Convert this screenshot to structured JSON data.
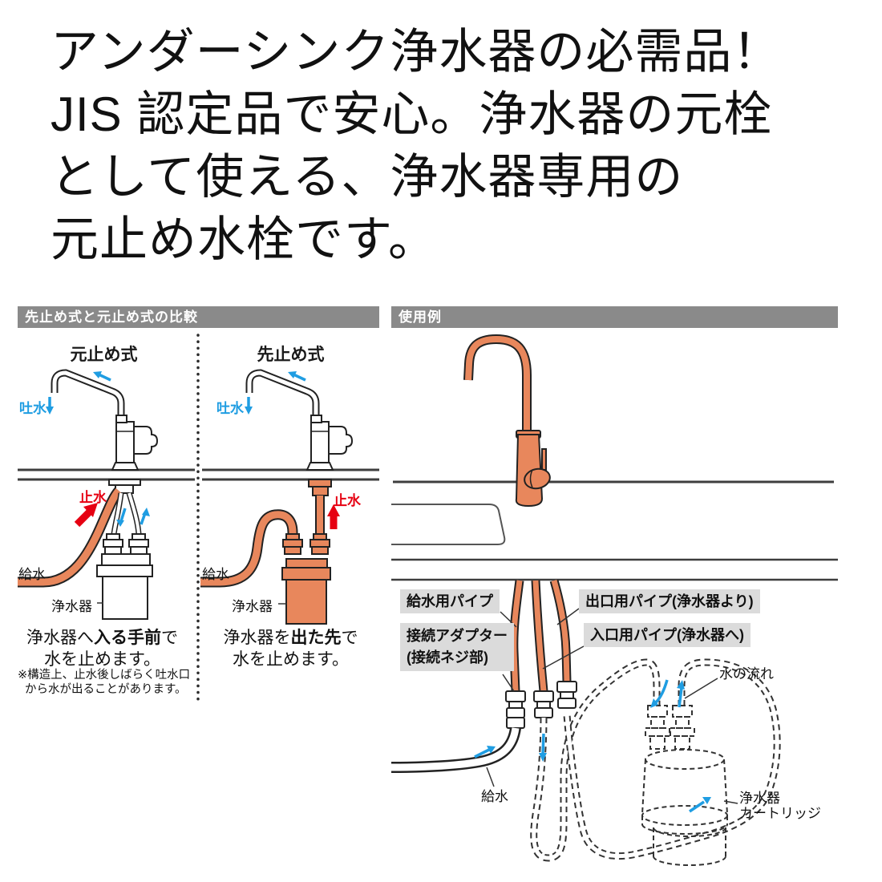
{
  "headline": {
    "lines": [
      "アンダーシンク浄水器の必需品！",
      "JIS 認定品で安心。浄水器の元栓",
      "として使える、浄水器専用の",
      "元止め水栓です。"
    ]
  },
  "comparison": {
    "header": "先止め式と元止め式の比較",
    "moto": {
      "title": "元止め式",
      "discharge": "吐水",
      "stop": "止水",
      "supply": "給水",
      "purifier": "浄水器",
      "caption": {
        "pre": "浄水器へ",
        "bold": "入る手前",
        "post": "で",
        "line2": "水を止めます。"
      },
      "note": [
        "※構造上、止水後しばらく吐水口",
        "から水が出ることがあります。"
      ]
    },
    "saki": {
      "title": "先止め式",
      "discharge": "吐水",
      "stop": "止水",
      "supply": "給水",
      "purifier": "浄水器",
      "caption": {
        "pre": "浄水器を",
        "bold": "出た先",
        "post": "で",
        "line2": "水を止めます。"
      }
    }
  },
  "usage": {
    "header": "使用例",
    "labels": {
      "supply_pipe": "給水用パイプ",
      "outlet_pipe": "出口用パイプ(浄水器より)",
      "adapter": [
        "接続アダプター",
        "(接続ネジ部)"
      ],
      "inlet_pipe": "入口用パイプ(浄水器へ)",
      "water_flow": "水の流れ",
      "supply": "給水",
      "cartridge": [
        "浄水器",
        "カートリッジ"
      ]
    }
  },
  "colors": {
    "c-orange": "#E8875C",
    "c-blue": "#1F9DE2",
    "c-red": "#E60012",
    "c-graybar": "#8A8A8A",
    "c-labelbg": "#DBDBDB"
  }
}
